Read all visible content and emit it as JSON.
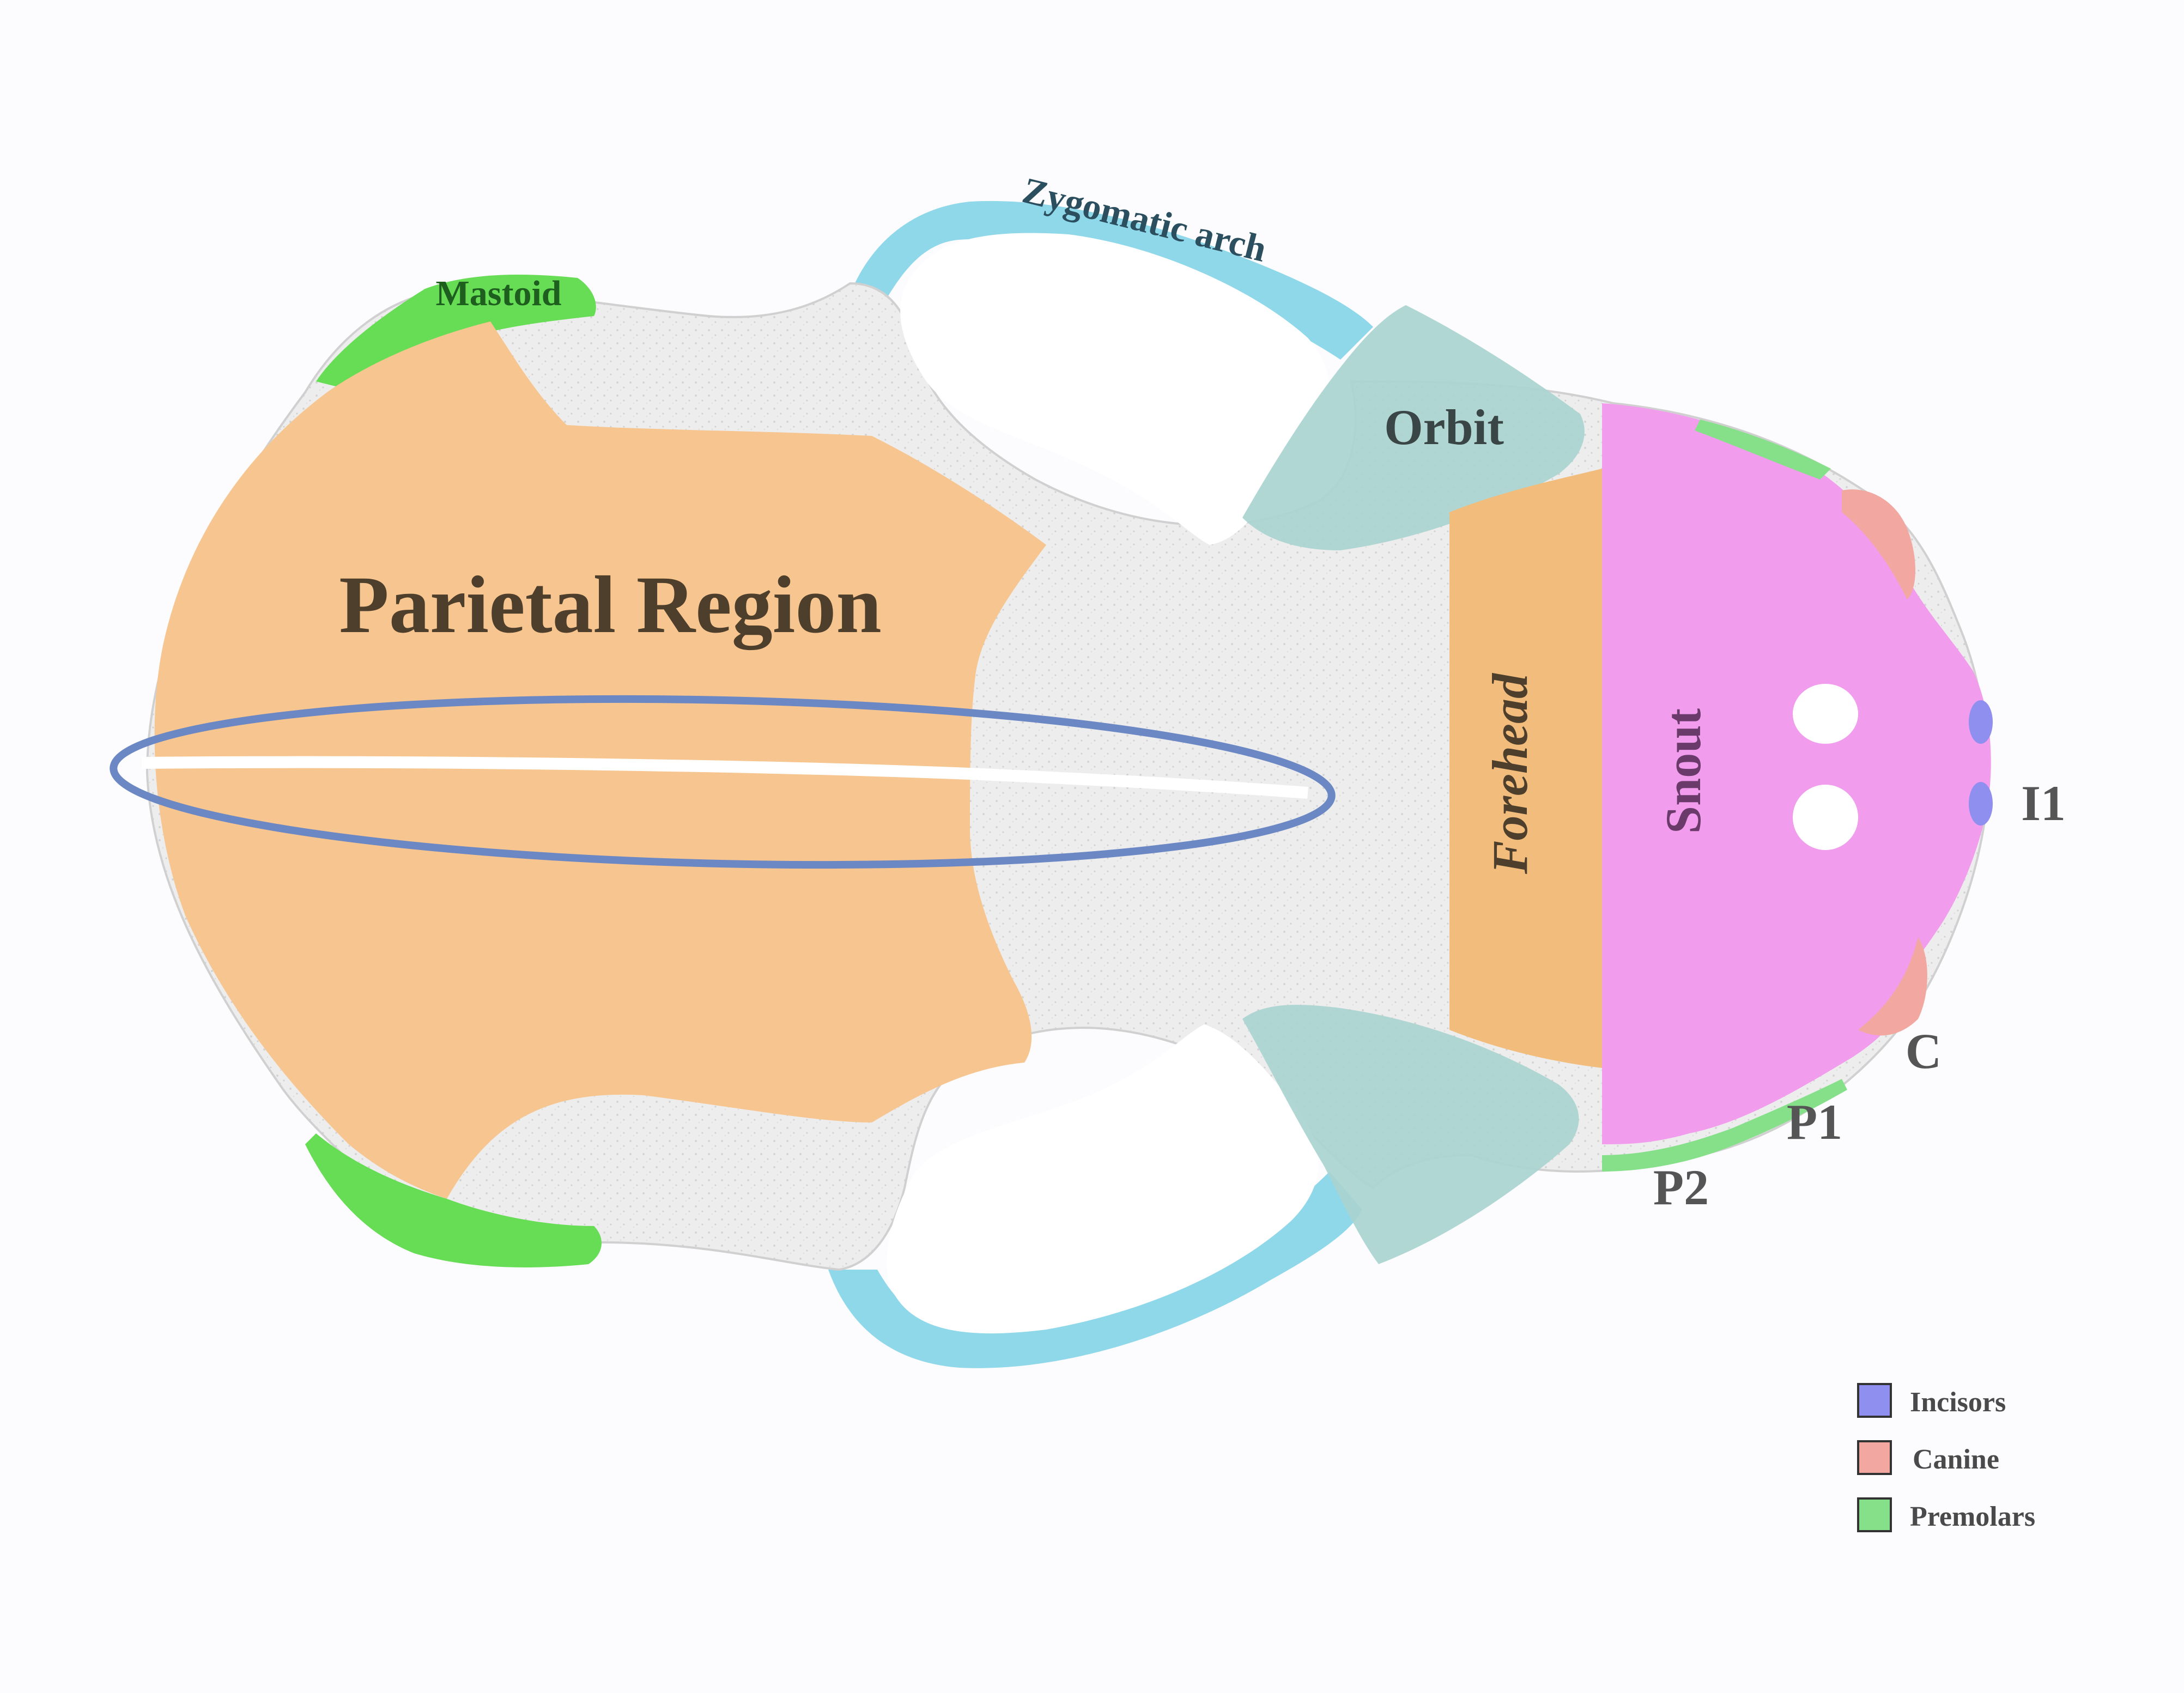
{
  "labels": {
    "parietal": "Parietal Region",
    "mastoid": "Mastoid",
    "zygomatic": "Zygomatic arch",
    "orbit": "Orbit",
    "forehead": "Forehead",
    "snout": "Snout",
    "i1": "I1",
    "c": "C",
    "p1": "P1",
    "p2": "P2"
  },
  "legend": {
    "items": [
      {
        "label": "Incisors",
        "color": "#8f8ff0"
      },
      {
        "label": "Canine",
        "color": "#f2a8a0"
      },
      {
        "label": "Premolars",
        "color": "#86e08a"
      }
    ]
  },
  "colors": {
    "parietal": "#f7c58f",
    "mastoid": "#66dd55",
    "zygomatic": "#8fd8ea",
    "orbit": "#a9d4cf",
    "forehead": "#f2bd7c",
    "snout": "#f29cee",
    "bone": "#e9e9e9",
    "suture_ellipse": "#6c88c4"
  }
}
